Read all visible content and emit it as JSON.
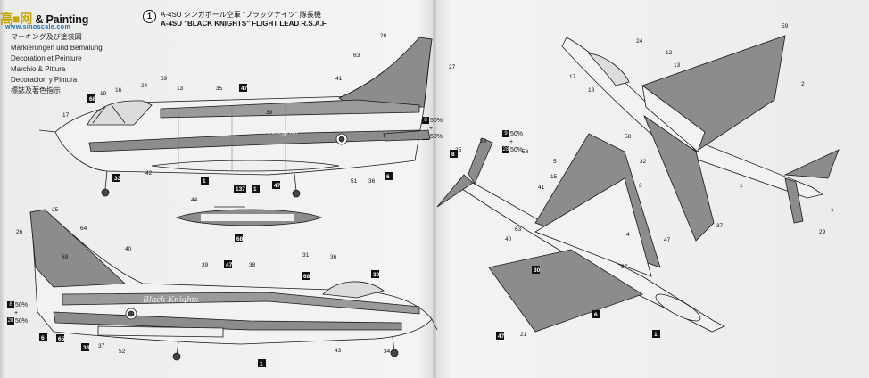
{
  "header": {
    "logo_text": "高",
    "logo_sub": "www.sinoscale.com",
    "title_text": "& Painting",
    "subtitle_jp": "マーキング及び塗装図",
    "languages": [
      "Markierungen und Bemalung",
      "Decoration et Peinture",
      "Marchio & Pittura",
      "Decoracion y Pintura",
      "標誌及著色指示"
    ]
  },
  "lead": {
    "number": "1",
    "line1": "A-4SU シンガポール空軍 \"ブラックナイツ\" 隊長機",
    "line2": "A-4SU \"BLACK KNIGHTS\" FLIGHT LEAD R.S.A.F"
  },
  "tail_text": "Black Knights",
  "mix_top_right": {
    "a_num": "8",
    "a_pct": "50%",
    "plus": "+",
    "b_num": "28",
    "b_pct": "50%"
  },
  "mix_left_low": {
    "a_num": "8",
    "a_pct": "50%",
    "plus": "+",
    "b_num": "28",
    "b_pct": "50%"
  },
  "mix_plan": {
    "a_num": "9",
    "a_pct": "50%",
    "plus": "+",
    "b_num": "28",
    "b_pct": "50%"
  },
  "colors": {
    "paint_grey": "#8c8c8c",
    "dark_grey": "#4a4a4a",
    "line": "#1a1a1a",
    "paper": "#f0f0ee"
  },
  "callouts_top_profile": [
    "17",
    "68",
    "19",
    "16",
    "24",
    "69",
    "13",
    "35",
    "47",
    "39",
    "28",
    "63",
    "27",
    "41",
    "33",
    "42",
    "51",
    "36",
    "1",
    "6"
  ],
  "callouts_bottom_profile": [
    "25",
    "64",
    "40",
    "26",
    "69",
    "39",
    "47",
    "38",
    "31",
    "36",
    "68",
    "1",
    "43",
    "34",
    "30",
    "52",
    "37",
    "65",
    "6",
    "33"
  ],
  "callouts_plan_top": [
    "59",
    "17",
    "18",
    "24",
    "2",
    "12",
    "13",
    "32",
    "47",
    "37",
    "1",
    "29",
    "1"
  ],
  "callouts_plan_bottom": [
    "59",
    "25",
    "58",
    "15",
    "5",
    "3",
    "41",
    "58",
    "40",
    "63",
    "47",
    "21",
    "8",
    "30",
    "6",
    "1",
    "37",
    "4"
  ],
  "tank_callouts": [
    "44",
    "137",
    "1",
    "47",
    "68"
  ]
}
